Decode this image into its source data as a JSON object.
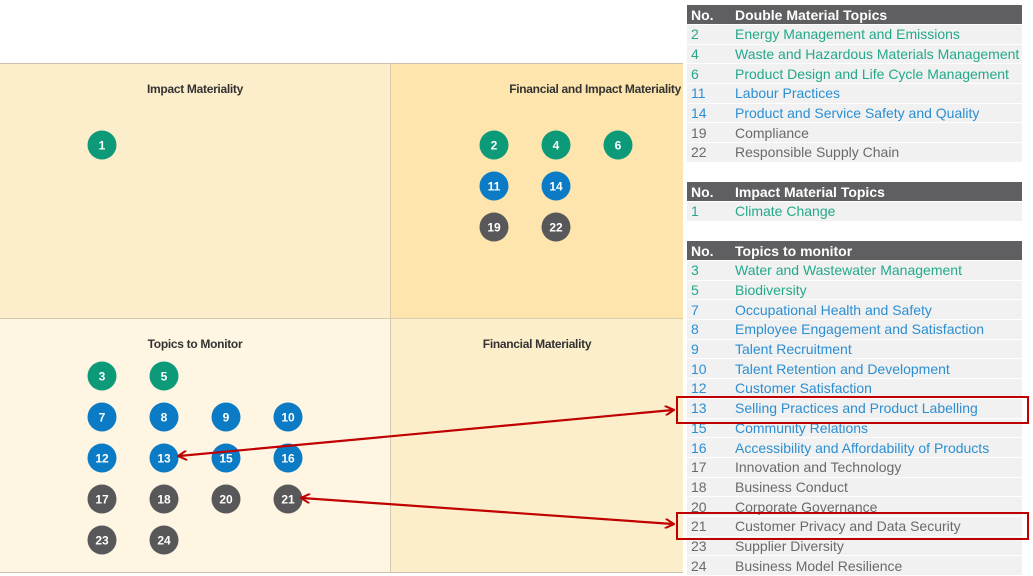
{
  "colors": {
    "green": "#0c9a78",
    "blue": "#0a7bc4",
    "gray": "#58585a",
    "green_text": "#23a98a",
    "blue_text": "#2b8fd2",
    "gray_text": "#6a6a6a",
    "highlight": "#c00000"
  },
  "quadrants": {
    "impact": {
      "title": "Impact Materiality",
      "topics": [
        {
          "no": "1",
          "cat": "green"
        }
      ]
    },
    "financial_impact": {
      "title": "Financial and Impact Materiality",
      "topics": [
        {
          "no": "2",
          "cat": "green"
        },
        {
          "no": "4",
          "cat": "green"
        },
        {
          "no": "6",
          "cat": "green"
        },
        {
          "no": "11",
          "cat": "blue"
        },
        {
          "no": "14",
          "cat": "blue"
        },
        {
          "no": "19",
          "cat": "gray"
        },
        {
          "no": "22",
          "cat": "gray"
        }
      ]
    },
    "monitor": {
      "title": "Topics to Monitor",
      "topics": [
        {
          "no": "3",
          "cat": "green"
        },
        {
          "no": "5",
          "cat": "green"
        },
        {
          "no": "7",
          "cat": "blue"
        },
        {
          "no": "8",
          "cat": "blue"
        },
        {
          "no": "9",
          "cat": "blue"
        },
        {
          "no": "10",
          "cat": "blue"
        },
        {
          "no": "12",
          "cat": "blue"
        },
        {
          "no": "13",
          "cat": "blue"
        },
        {
          "no": "15",
          "cat": "blue"
        },
        {
          "no": "16",
          "cat": "blue"
        },
        {
          "no": "17",
          "cat": "gray"
        },
        {
          "no": "18",
          "cat": "gray"
        },
        {
          "no": "20",
          "cat": "gray"
        },
        {
          "no": "21",
          "cat": "gray"
        },
        {
          "no": "23",
          "cat": "gray"
        },
        {
          "no": "24",
          "cat": "gray"
        }
      ]
    },
    "financial": {
      "title": "Financial Materiality",
      "topics": []
    }
  },
  "tables": [
    {
      "header_no": "No.",
      "header_title": "Double Material Topics",
      "rows": [
        {
          "no": "2",
          "name": "Energy Management and Emissions",
          "cat": "green"
        },
        {
          "no": "4",
          "name": "Waste and Hazardous Materials Management",
          "cat": "green"
        },
        {
          "no": "6",
          "name": "Product Design and Life Cycle Management",
          "cat": "green"
        },
        {
          "no": "11",
          "name": "Labour Practices",
          "cat": "blue"
        },
        {
          "no": "14",
          "name": "Product and Service Safety and Quality",
          "cat": "blue"
        },
        {
          "no": "19",
          "name": "Compliance",
          "cat": "gray"
        },
        {
          "no": "22",
          "name": "Responsible Supply Chain",
          "cat": "gray"
        }
      ]
    },
    {
      "header_no": "No.",
      "header_title": "Impact Material Topics",
      "rows": [
        {
          "no": "1",
          "name": "Climate Change",
          "cat": "green"
        }
      ]
    },
    {
      "header_no": "No.",
      "header_title": "Topics to monitor",
      "rows": [
        {
          "no": "3",
          "name": "Water and Wastewater Management",
          "cat": "green"
        },
        {
          "no": "5",
          "name": "Biodiversity",
          "cat": "green"
        },
        {
          "no": "7",
          "name": "Occupational Health and Safety",
          "cat": "blue"
        },
        {
          "no": "8",
          "name": "Employee Engagement and Satisfaction",
          "cat": "blue"
        },
        {
          "no": "9",
          "name": "Talent Recruitment",
          "cat": "blue"
        },
        {
          "no": "10",
          "name": "Talent Retention and Development",
          "cat": "blue"
        },
        {
          "no": "12",
          "name": "Customer Satisfaction",
          "cat": "blue"
        },
        {
          "no": "13",
          "name": "Selling Practices and Product Labelling",
          "cat": "blue"
        },
        {
          "no": "15",
          "name": "Community Relations",
          "cat": "blue"
        },
        {
          "no": "16",
          "name": "Accessibility and Affordability of Products",
          "cat": "blue"
        },
        {
          "no": "17",
          "name": "Innovation and Technology",
          "cat": "gray"
        },
        {
          "no": "18",
          "name": "Business Conduct",
          "cat": "gray"
        },
        {
          "no": "20",
          "name": "Corporate Governance",
          "cat": "gray"
        },
        {
          "no": "21",
          "name": "Customer Privacy and Data Security",
          "cat": "gray"
        },
        {
          "no": "23",
          "name": "Supplier Diversity",
          "cat": "gray"
        },
        {
          "no": "24",
          "name": "Business Model Resilience",
          "cat": "gray"
        }
      ]
    }
  ],
  "highlighted_topics": [
    "13",
    "21"
  ]
}
